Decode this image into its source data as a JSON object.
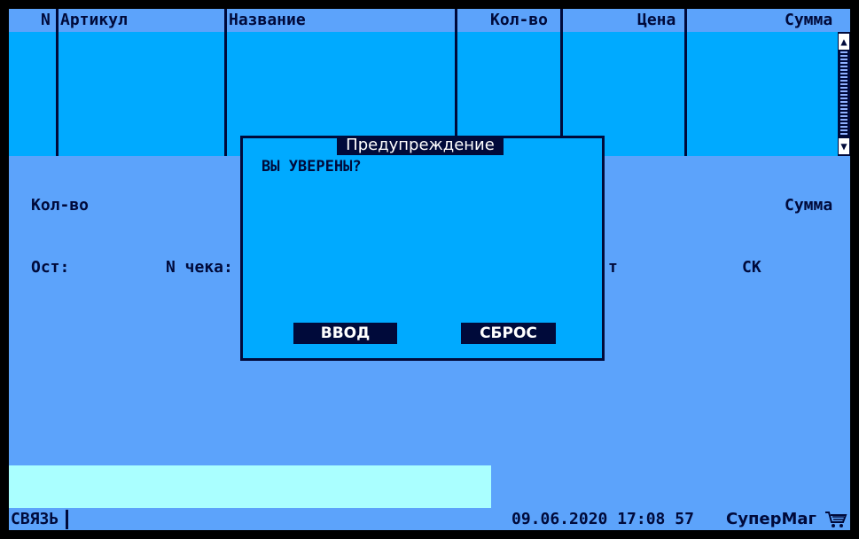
{
  "table": {
    "headers": {
      "n": "N",
      "sku": "Артикул",
      "name": "Название",
      "qty": "Кол-во",
      "price": "Цена",
      "sum": "Сумма"
    }
  },
  "fields": {
    "qty_label": "Кол-во",
    "sum_label": "Сумма",
    "rest_label": "Ост:",
    "receipt_label": "N чека:",
    "partial_t": "т",
    "sk_label": "СК"
  },
  "dialog": {
    "title": "Предупреждение",
    "message": "ВЫ УВЕРЕНЫ?",
    "ok_label": "ВВОД",
    "cancel_label": "СБРОС"
  },
  "status": {
    "connection": "СВЯЗЬ",
    "datetime": "09.06.2020 17:08 57",
    "brand": "СуперМаг"
  },
  "colors": {
    "background": "#5ca3fb",
    "table_body": "#00aaff",
    "dialog_bg": "#00aaff",
    "text_dark": "#000a3a",
    "input_bar": "#aaffff"
  },
  "icons": {
    "scroll_up": "arrow-up-icon",
    "scroll_down": "arrow-down-icon",
    "cart": "shopping-cart-icon"
  }
}
